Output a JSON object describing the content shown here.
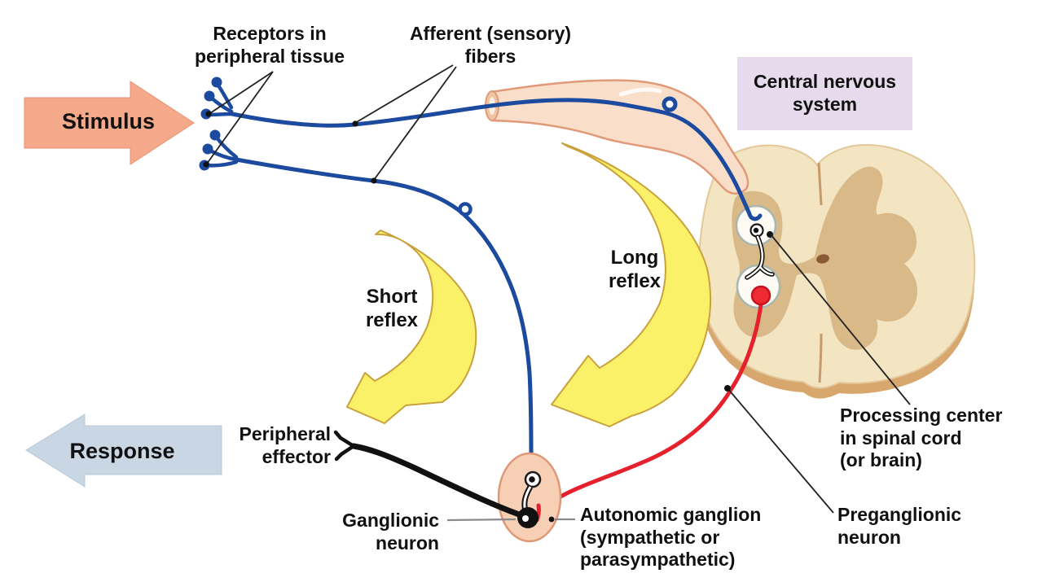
{
  "labels": {
    "stimulus": "Stimulus",
    "receptors": "Receptors in\nperipheral tissue",
    "afferent_fibers": "Afferent (sensory)\nfibers",
    "central_nervous_system": "Central nervous\nsystem",
    "short_reflex": "Short\nreflex",
    "long_reflex": "Long\nreflex",
    "response": "Response",
    "peripheral_effector": "Peripheral\neffector",
    "ganglionic_neuron": "Ganglionic\nneuron",
    "autonomic_ganglion": "Autonomic ganglion\n(sympathetic or\nparasympathetic)",
    "preganglionic_neuron": "Preganglionic\nneuron",
    "processing_center": "Processing center\nin spinal cord\n(or brain)"
  },
  "colors": {
    "stimulus_arrow": "#F4A98A",
    "response_arrow": "#C9D6E3",
    "reflex_arrow_fill": "#FBF168",
    "reflex_arrow_outline": "#C9A23E",
    "afferent_fiber_blue": "#1C4A9E",
    "preganglionic_fiber_red": "#E6212E",
    "postganglionic_fiber_black": "#111111",
    "cns_label_box": "#E7DAEC",
    "spinal_cord_white_matter": "#F3E4C2",
    "spinal_cord_gray_matter": "#D9B988",
    "spinal_cord_edge": "#D8A76E",
    "nerve_sheath": "#F9DEC9",
    "nerve_sheath_outline": "#E09A78",
    "ganglion_fill": "#F7CFB5",
    "ganglion_outline": "#DE9878",
    "label_text": "#111111"
  }
}
